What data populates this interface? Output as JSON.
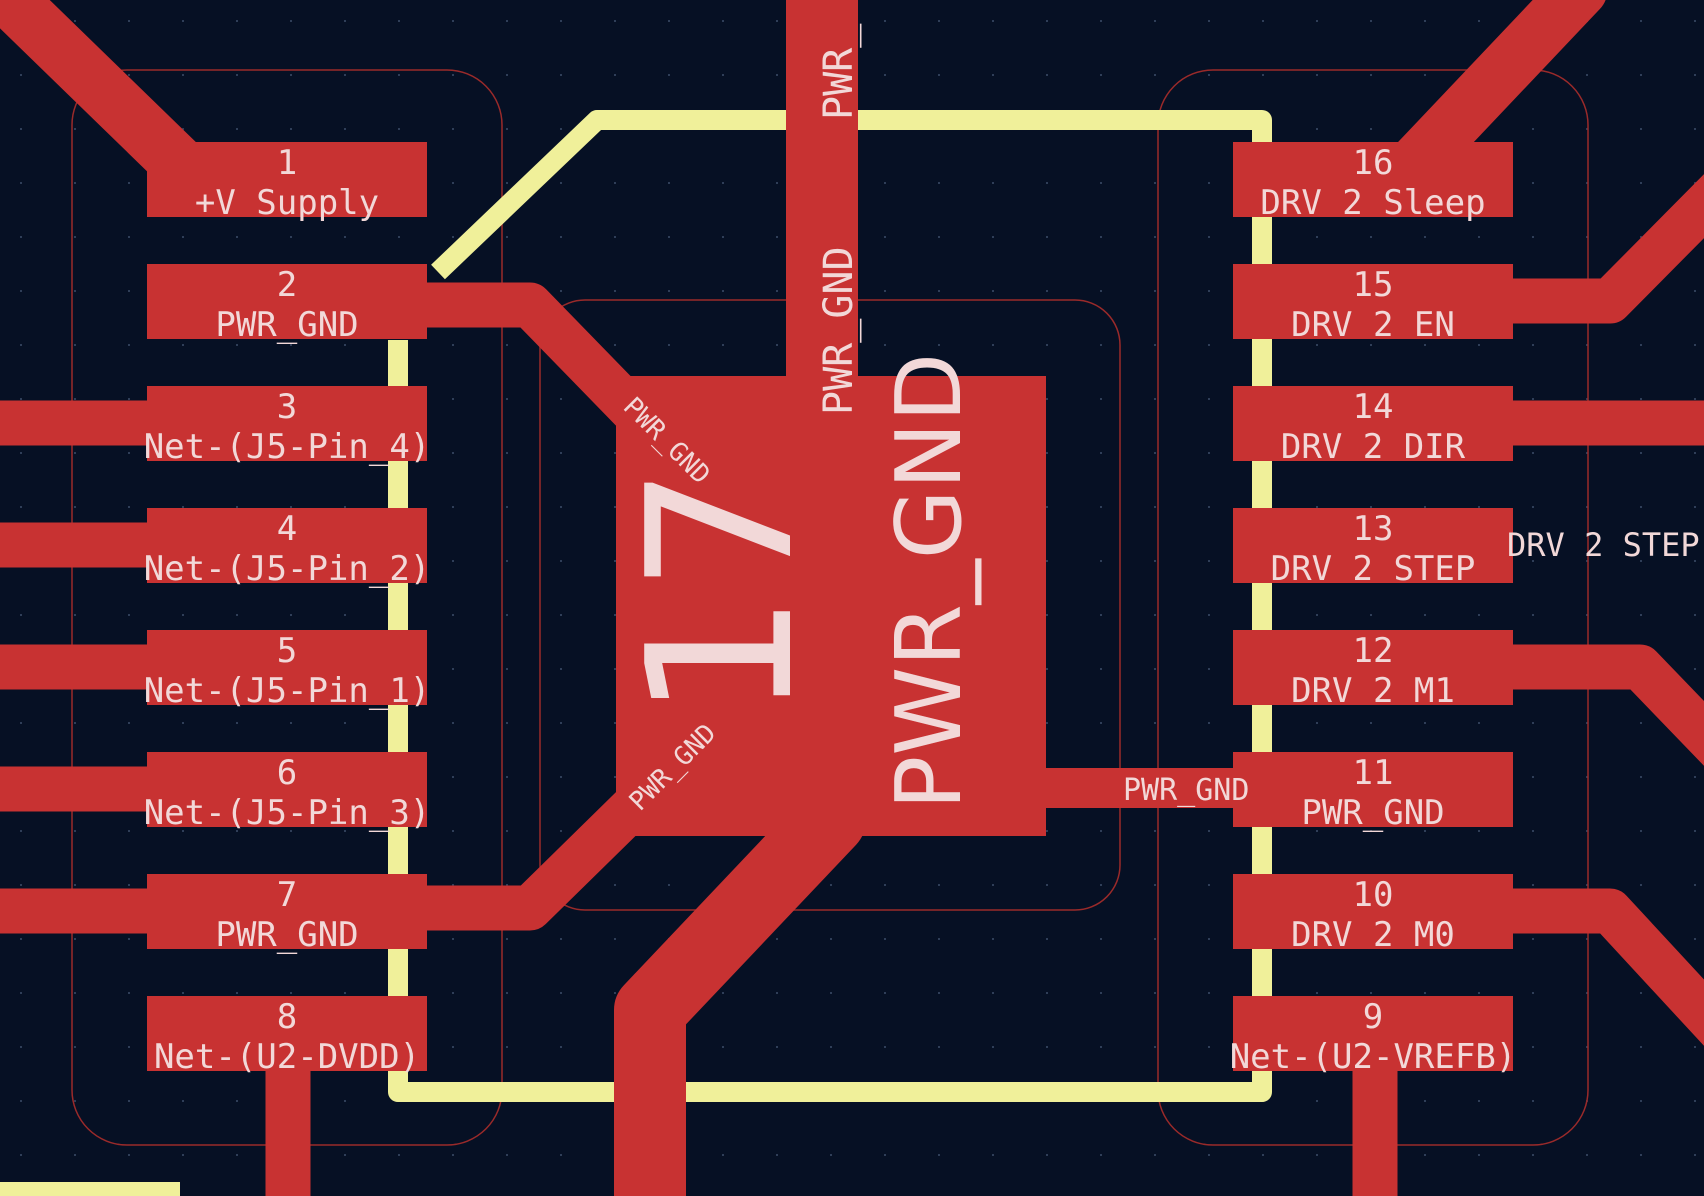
{
  "colors": {
    "background": "#061024",
    "copper": "#c83232",
    "silkscreen": "#f0f09a",
    "courtyard": "#9a2a2a",
    "text": "#f2d8d8"
  },
  "left_pins": [
    {
      "num": "1",
      "net": "+V Supply"
    },
    {
      "num": "2",
      "net": "PWR_GND"
    },
    {
      "num": "3",
      "net": "Net-(J5-Pin_4)"
    },
    {
      "num": "4",
      "net": "Net-(J5-Pin_2)"
    },
    {
      "num": "5",
      "net": "Net-(J5-Pin_1)"
    },
    {
      "num": "6",
      "net": "Net-(J5-Pin_3)"
    },
    {
      "num": "7",
      "net": "PWR_GND"
    },
    {
      "num": "8",
      "net": "Net-(U2-DVDD)"
    }
  ],
  "right_pins": [
    {
      "num": "16",
      "net": "DRV 2 Sleep"
    },
    {
      "num": "15",
      "net": "DRV 2 EN"
    },
    {
      "num": "14",
      "net": "DRV 2 DIR"
    },
    {
      "num": "13",
      "net": "DRV 2 STEP"
    },
    {
      "num": "12",
      "net": "DRV 2 M1"
    },
    {
      "num": "11",
      "net": "PWR_GND"
    },
    {
      "num": "10",
      "net": "DRV 2 M0"
    },
    {
      "num": "9",
      "net": "Net-(U2-VREFB)"
    }
  ],
  "thermal_pad": {
    "num": "17",
    "net": "PWR_GND"
  },
  "track_labels": {
    "top_track": "PWR_GND",
    "top_track_cut": "PWR_",
    "pad_track_upper": "PWR_GND",
    "pad_track_lower": "PWR_GND",
    "pad_right_track": "PWR_GND",
    "step_track": "DRV 2 STEP"
  }
}
